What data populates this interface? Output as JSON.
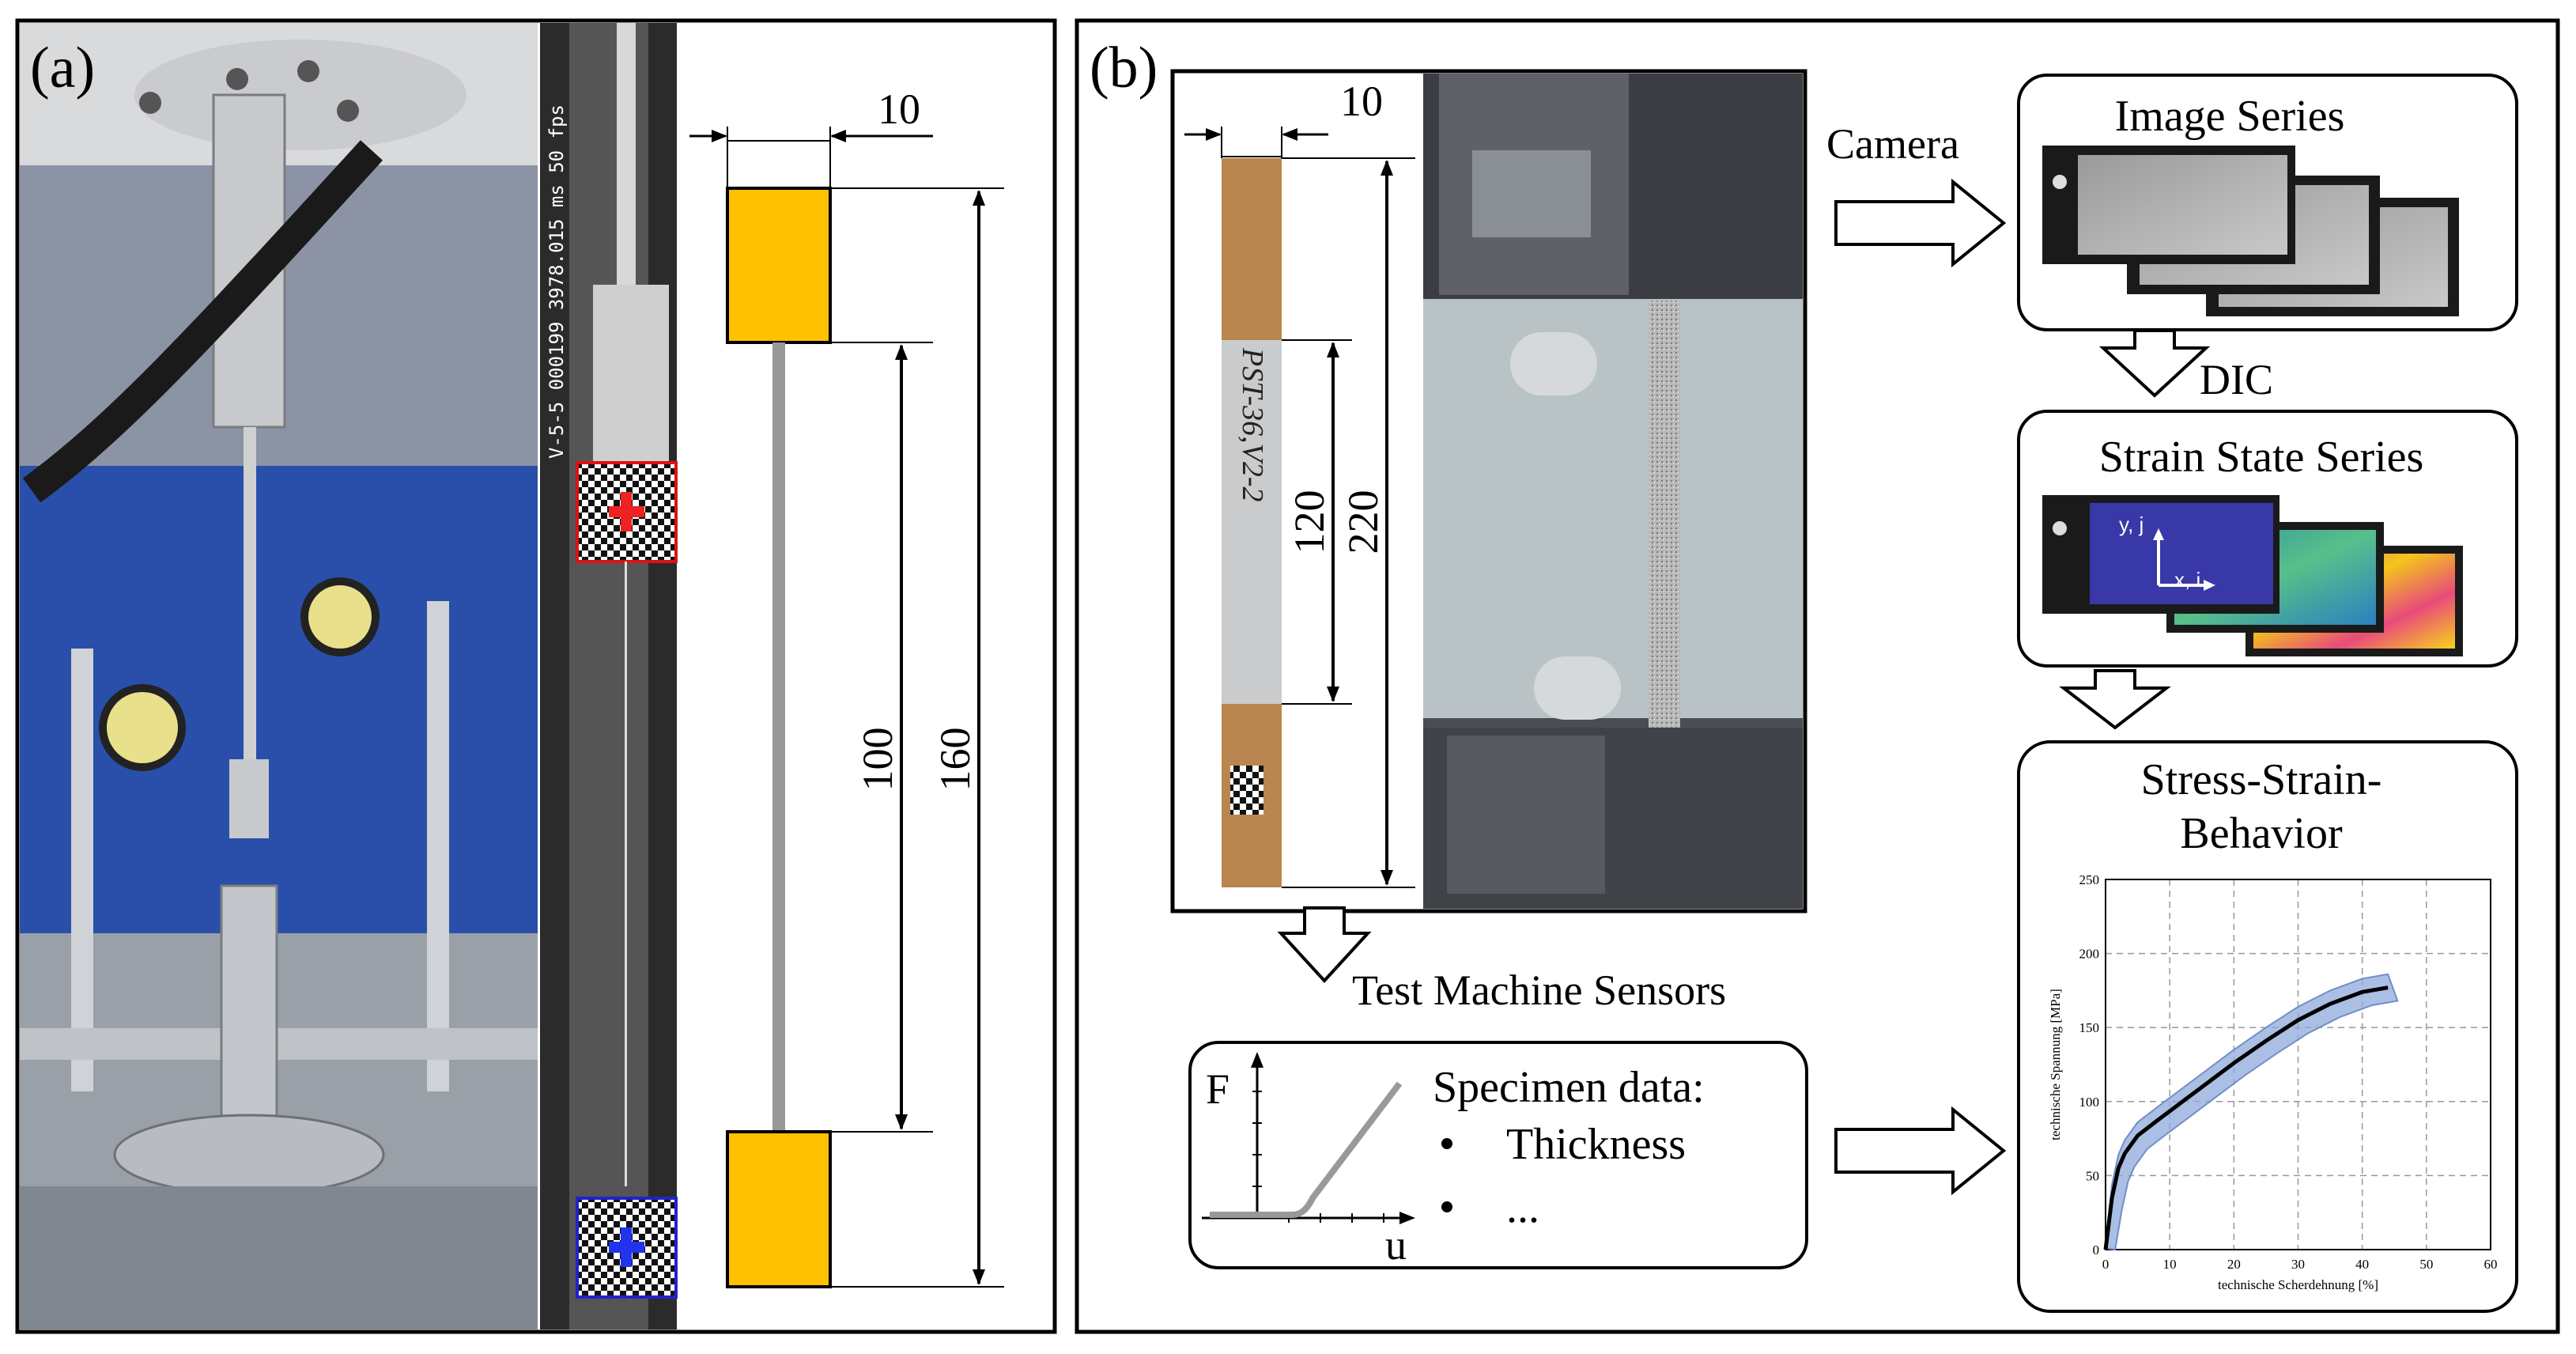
{
  "panel_a": {
    "label": "(a)",
    "camera_overlay": "V-5-5  000199  3978.015 ms  50 fps",
    "dims": {
      "width": "10",
      "total_length": "160",
      "gauge_length": "100"
    },
    "colors": {
      "tab": "#FFC000",
      "strip": "#999999",
      "backdrop": "#2244aa"
    }
  },
  "panel_b": {
    "label": "(b)",
    "specimen_photo_text": "PST-36,V2-2",
    "dims": {
      "width": "10",
      "gauge_length": "120",
      "total_length": "220"
    },
    "camera_label": "Camera",
    "image_series_title": "Image Series",
    "dic_label": "DIC",
    "strain_series_title": "Strain State Series",
    "axes_labels": {
      "y": "y, j",
      "x": "x, i"
    },
    "stress_strain_title_1": "Stress-Strain-",
    "stress_strain_title_2": "Behavior",
    "sensors_label": "Test Machine Sensors",
    "sensor_box": {
      "force_axis": "F",
      "disp_axis": "u",
      "heading": "Specimen data:",
      "items": [
        "Thickness",
        "..."
      ]
    }
  },
  "chart_data": {
    "type": "line",
    "xlabel": "technische Scherdehnung [%]",
    "ylabel": "technische Spannung [MPa]",
    "xlim": [
      0,
      60
    ],
    "ylim": [
      0,
      250
    ],
    "x_ticks": [
      "0",
      "10",
      "20",
      "30",
      "40",
      "50",
      "60"
    ],
    "y_ticks": [
      "0",
      "50",
      "100",
      "150",
      "200",
      "250"
    ],
    "grid": true,
    "series": [
      {
        "values_x": [
          0,
          1,
          2,
          3,
          5,
          8,
          12,
          16,
          20,
          25,
          30,
          35,
          40,
          44
        ],
        "values_y": [
          0,
          35,
          55,
          65,
          77,
          87,
          100,
          113,
          126,
          141,
          155,
          166,
          174,
          177
        ]
      }
    ],
    "band_width": 9,
    "colors": {
      "mean": "#000000",
      "band": "#8faadc"
    }
  }
}
